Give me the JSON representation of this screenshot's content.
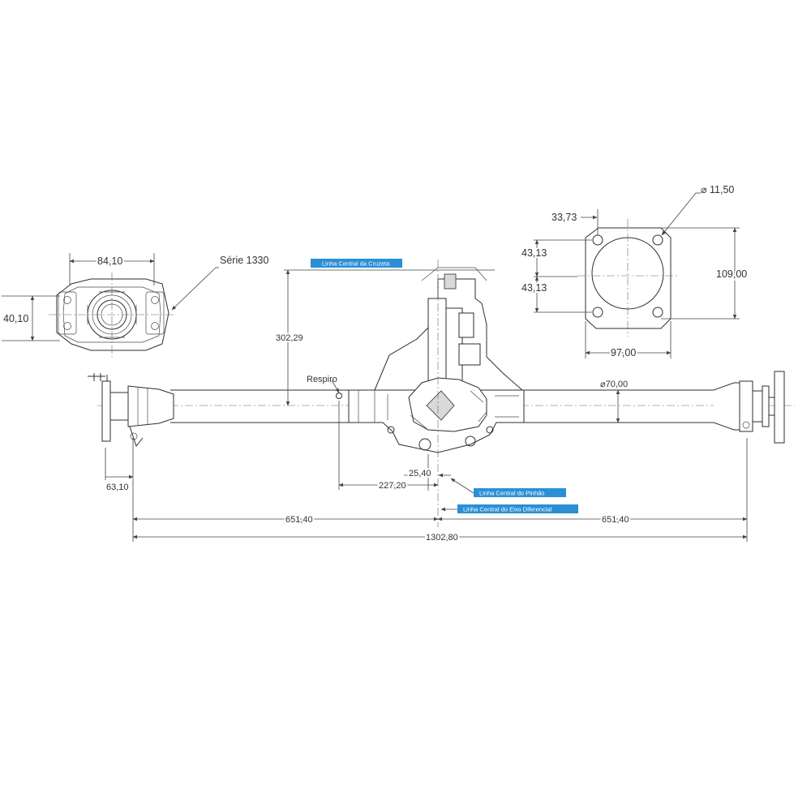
{
  "colors": {
    "line": "#2e2e2e",
    "tag_background": "#2b8fd6",
    "tag_text": "#ffffff",
    "dimension_text": "#333333"
  },
  "left_flange": {
    "width_dim": "84,10",
    "height_dim": "40,10",
    "series_label": "Série 1330"
  },
  "right_flange": {
    "offset_dim": "33,73",
    "hole_dia_dim": "⌀ 11,50",
    "hole_spacing_top": "43,13",
    "hole_spacing_bottom": "43,13",
    "height_dim": "109,00",
    "width_dim": "97,00"
  },
  "axle": {
    "breather_label": "Respiro",
    "tube_dia_dim": "⌀70,00",
    "crosshead_height_dim": "302,29",
    "pinion_offset_dim": "25,40",
    "breather_dist_dim": "227,20",
    "flange_offset_dim": "63,10",
    "half_length_left": "651,40",
    "half_length_right": "651,40",
    "total_length": "1302,80"
  },
  "tags": {
    "crosshead_center": "Linha Central da Cruzeta",
    "pinion_center": "Linha Central do Pinhão",
    "diff_axle_center": "Linha Central do Eixo Diferencial"
  }
}
